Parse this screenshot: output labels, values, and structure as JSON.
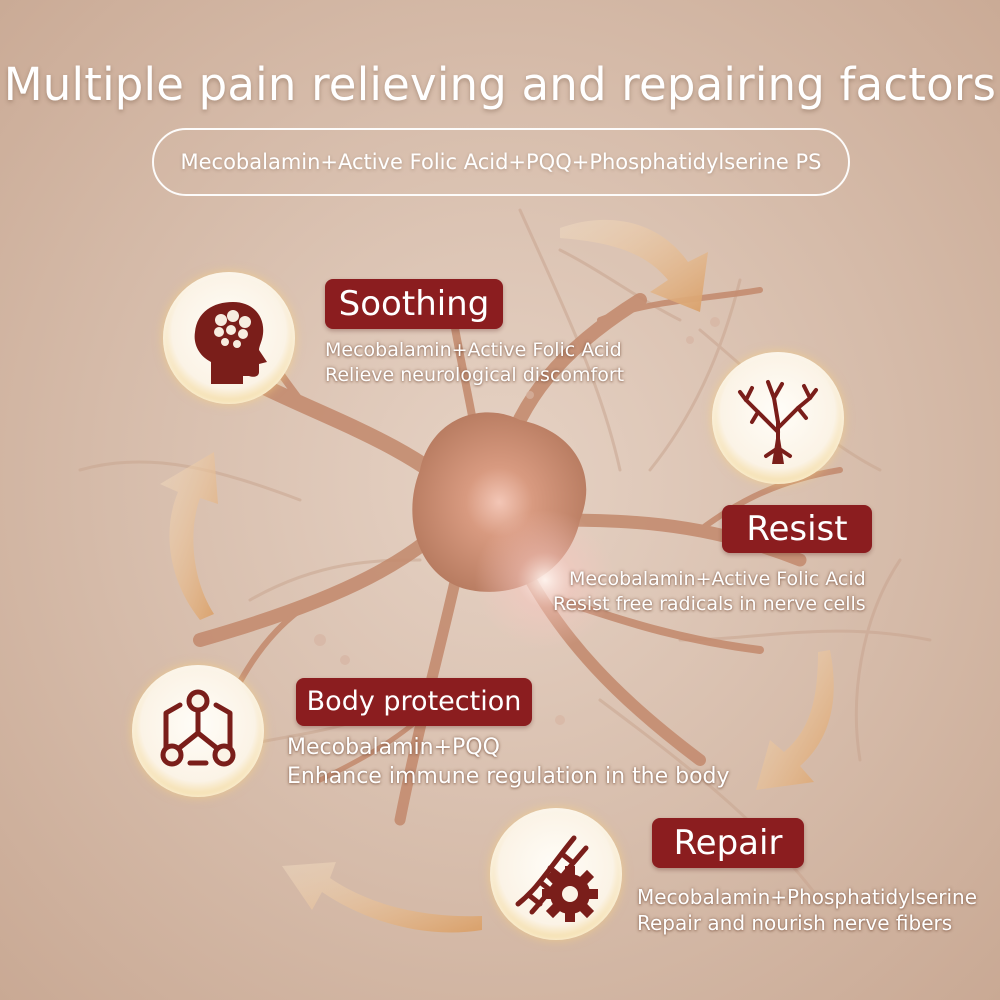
{
  "header": {
    "title": "Multiple pain relieving and repairing factors",
    "subtitle": "Mecobalamin+Active Folic Acid+PQQ+Phosphatidylserine PS"
  },
  "features": [
    {
      "label": "Soothing",
      "icon": "brain-head-icon",
      "ingredients": "Mecobalamin+Active Folic Acid",
      "benefit": "Relieve neurological discomfort"
    },
    {
      "label": "Resist",
      "icon": "nerve-tree-icon",
      "ingredients": "Mecobalamin+Active Folic Acid",
      "benefit": "Resist free radicals in nerve cells"
    },
    {
      "label": "Body protection",
      "icon": "molecule-hexagon-icon",
      "ingredients": "Mecobalamin+PQQ",
      "benefit": "Enhance immune regulation in the body"
    },
    {
      "label": "Repair",
      "icon": "dna-gear-icon",
      "ingredients": "Mecobalamin+Phosphatidylserine",
      "benefit": "Repair and nourish nerve fibers"
    }
  ],
  "colors": {
    "accent": "#8b1d1f",
    "gold": "#d9a13a",
    "background": "#dcc4b3"
  }
}
